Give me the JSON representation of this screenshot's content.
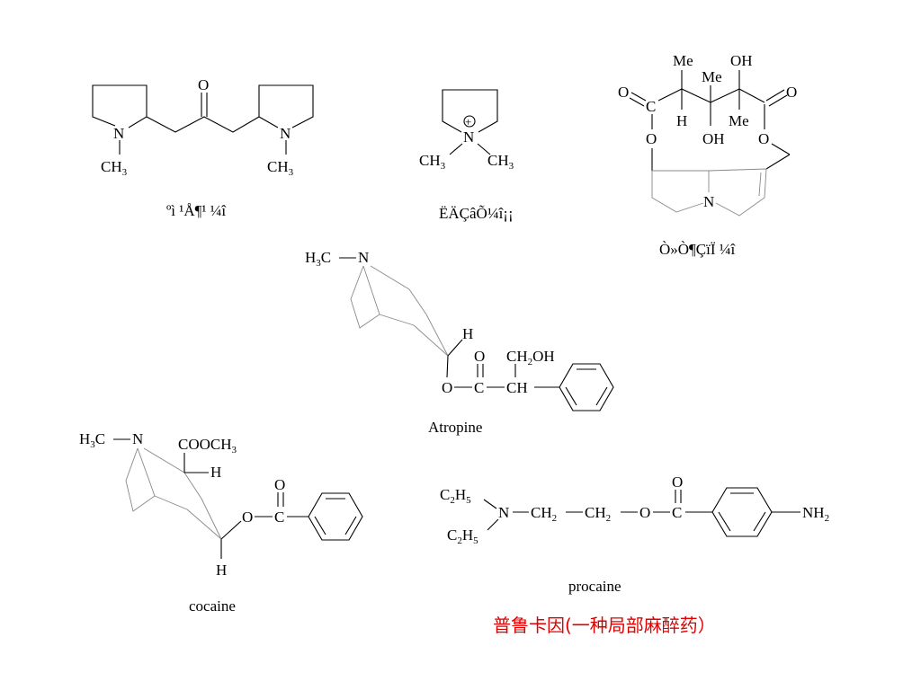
{
  "captions": {
    "mol1": "ºì ¹Å¶¹ ¼î",
    "mol2": "ËÄÇâÕ¼î¡¡",
    "mol3": "Ò»Ò¶ÇïÏ ¼î",
    "atropine": "Atropine",
    "cocaine": "cocaine",
    "procaine": "procaine"
  },
  "note": "普鲁卡因(一种局部麻醉药）",
  "atoms": {
    "N": "N",
    "O": "O",
    "C": "C",
    "H": "H",
    "CH": "CH",
    "CH3": "CH",
    "three": "3",
    "two": "2",
    "five": "5",
    "Me": "Me",
    "OH": "OH",
    "H3C": "H",
    "plus": "+",
    "CH2OH_a": "CH",
    "CH2OH_b": "OH",
    "COOCH3_a": "COOCH",
    "C2H5_a": "C",
    "C2H5_b": "H",
    "NH2": "NH",
    "CH2": "CH"
  },
  "colors": {
    "note": "#e00000"
  }
}
